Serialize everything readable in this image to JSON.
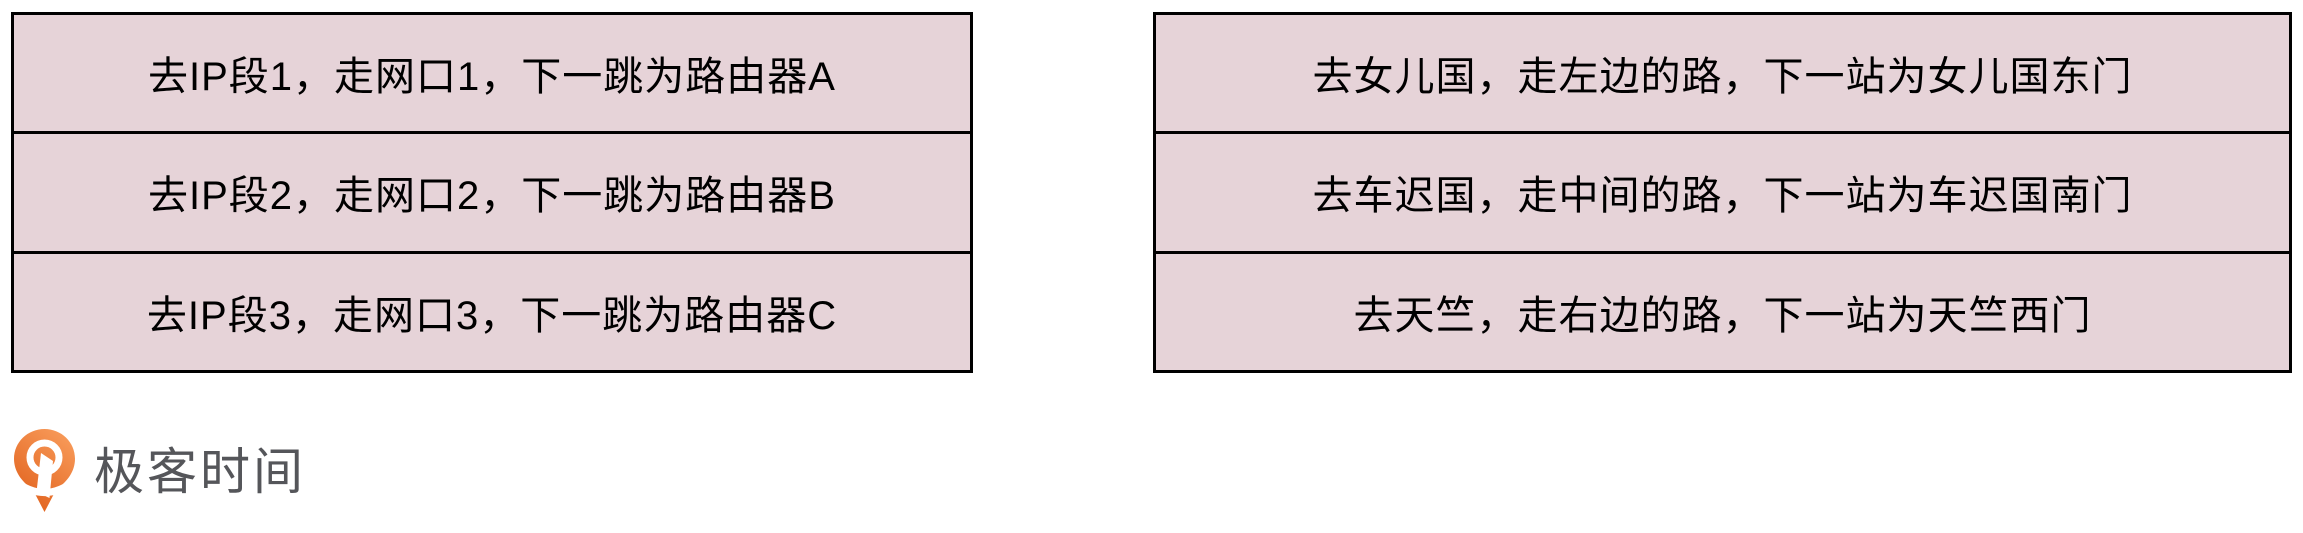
{
  "left_table": {
    "title_semantic": "router-routing-table",
    "rows": [
      "去IP段1，走网口1，下一跳为路由器A",
      "去IP段2，走网口2，下一跳为路由器B",
      "去IP段3，走网口3，下一跳为路由器C"
    ]
  },
  "right_table": {
    "title_semantic": "journey-analogy-table",
    "rows": [
      "去女儿国，走左边的路，下一站为女儿国东门",
      "去车迟国，走中间的路，下一站为车迟国南门",
      "去天竺，走右边的路，下一站为天竺西门"
    ]
  },
  "logo": {
    "text": "极客时间",
    "icon": "geektime-pin-icon"
  },
  "colors": {
    "cell_bg": "#e6d3d8",
    "border": "#000000",
    "text": "#000000",
    "logo_orange_light": "#f89b5a",
    "logo_orange_dark": "#e05f1a",
    "logo_gray": "#55565a",
    "background": "#ffffff"
  }
}
